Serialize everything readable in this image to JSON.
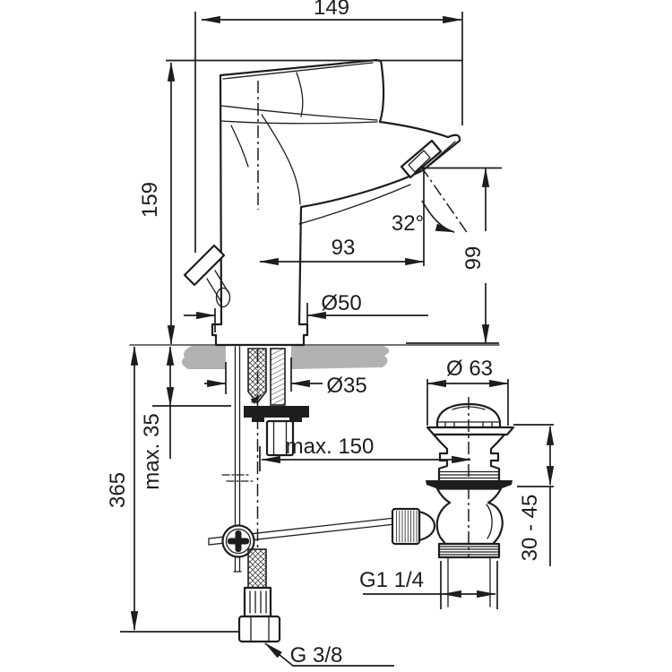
{
  "drawing": {
    "title": "Basin mixer with pop-up waste – dimensional drawing",
    "type": "technical-dimension-drawing",
    "colors": {
      "line": "#1d1d1b",
      "deck_gray": "#b2b2b2",
      "background": "#ffffff"
    },
    "dimensions": {
      "overall_length": "149",
      "body_height": "159",
      "spout_reach": "93",
      "spout_height": "99",
      "spray_angle": "32°",
      "base_diameter": "Ø50",
      "mounting_hole_diameter": "Ø35",
      "waste_cap_diameter": "Ø 63",
      "max_deck_thickness": "max. 35",
      "max_rod_distance": "max. 150",
      "supply_length": "365",
      "waste_adjust_range": "30 - 45",
      "waste_thread": "G1 1/4",
      "supply_thread": "G 3/8"
    }
  }
}
